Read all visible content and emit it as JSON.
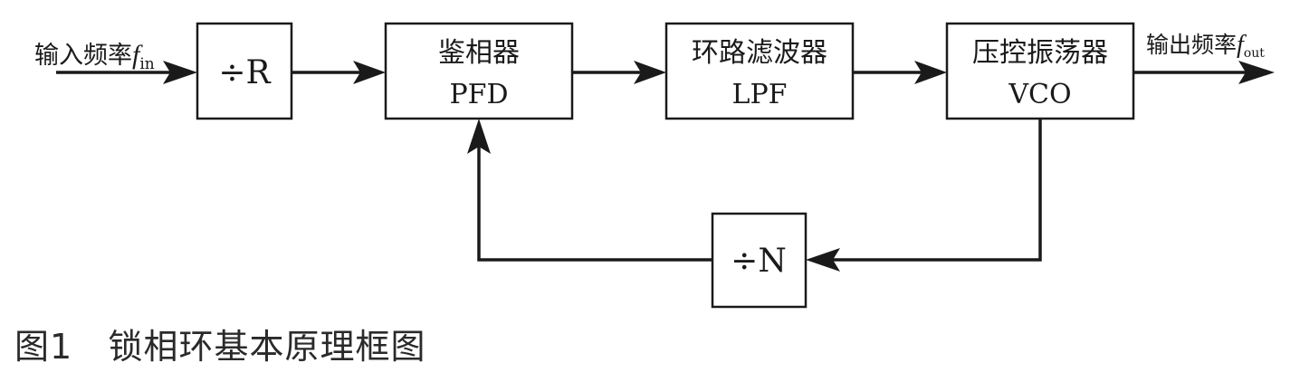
{
  "input_signal": {
    "label": "输入频率",
    "symbol": "f",
    "subscript": "in"
  },
  "output_signal": {
    "label": "输出频率",
    "symbol": "f",
    "subscript": "out"
  },
  "blocks": {
    "ref_divider": {
      "label": "÷R"
    },
    "pfd": {
      "name": "鉴相器",
      "abbr": "PFD"
    },
    "lpf": {
      "name": "环路滤波器",
      "abbr": "LPF"
    },
    "vco": {
      "name": "压控振荡器",
      "abbr": "VCO"
    },
    "fb_divider": {
      "label": "÷N"
    }
  },
  "caption": {
    "number": "图1",
    "title": "锁相环基本原理框图"
  }
}
